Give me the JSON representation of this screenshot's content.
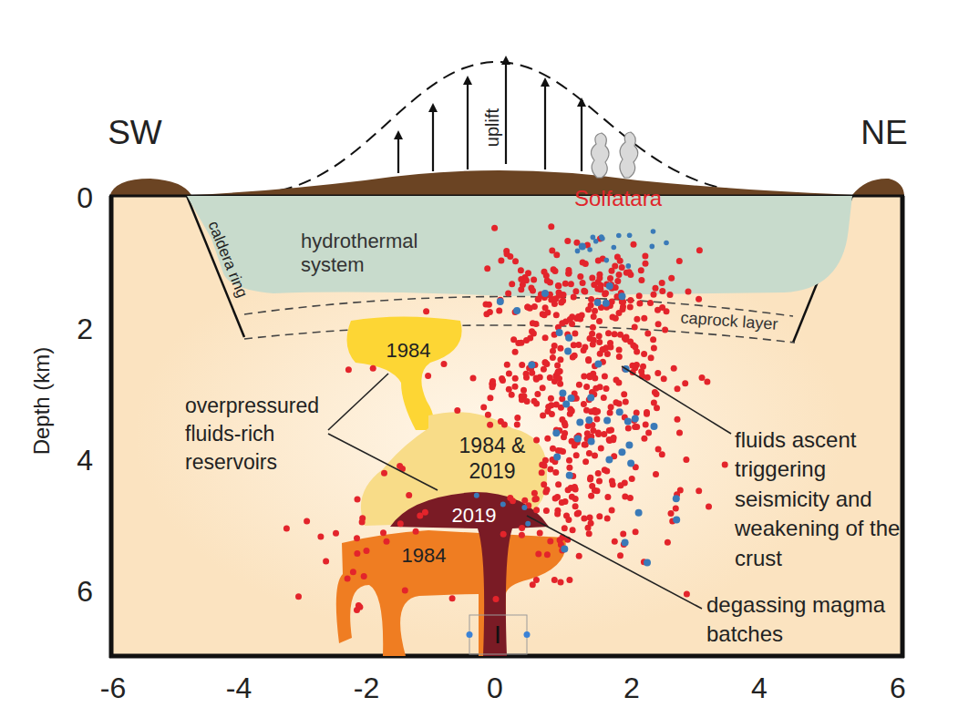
{
  "diagram": {
    "nodes": [
      {
        "text": [
          "hydrothermal system"
        ]
      },
      {
        "text": [
          "caprock layer"
        ]
      },
      {
        "text": [
          "1984"
        ]
      },
      {
        "text": [
          "1984 & 2019"
        ]
      },
      {
        "text": [
          "2019"
        ]
      },
      {
        "text": [
          "1984"
        ]
      },
      {
        "text": [
          "I"
        ]
      }
    ],
    "labels": [
      "SW",
      "NE",
      "uplift",
      "Solfatara",
      "caldera ring",
      "overpressured fluids-rich reservoirs",
      "fluids ascent triggering seismicity and weakening of the crust",
      "degassing magma batches",
      "Depth (km)",
      "0",
      "2",
      "4",
      "6",
      "-6",
      "-4",
      "-2",
      "0",
      "2",
      "4",
      "6"
    ]
  }
}
